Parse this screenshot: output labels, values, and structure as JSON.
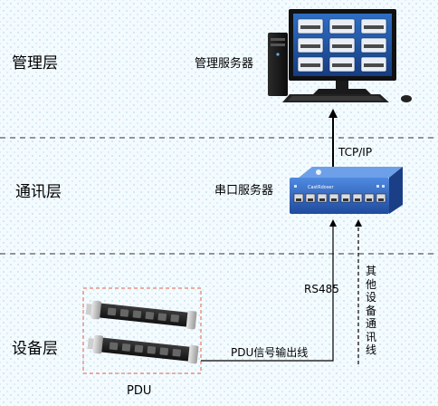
{
  "layers": {
    "management": "管理层",
    "communication": "通讯层",
    "device": "设备层"
  },
  "nodes": {
    "management_server": "管理服务器",
    "serial_server": "串口服务器",
    "pdu": "PDU",
    "serial_device_brand": "CastRdoser"
  },
  "links": {
    "tcp_ip": "TCP/IP",
    "rs485": "RS485",
    "pdu_signal_line": "PDU信号输出线",
    "other_device_comm_line": "其他设备通讯线"
  },
  "colors": {
    "dashed_separator": "#333333",
    "pdu_box_border": "#e0604a",
    "monitor_screen": "#1d4f9a",
    "serial_server_body": "#2a5bb5"
  }
}
